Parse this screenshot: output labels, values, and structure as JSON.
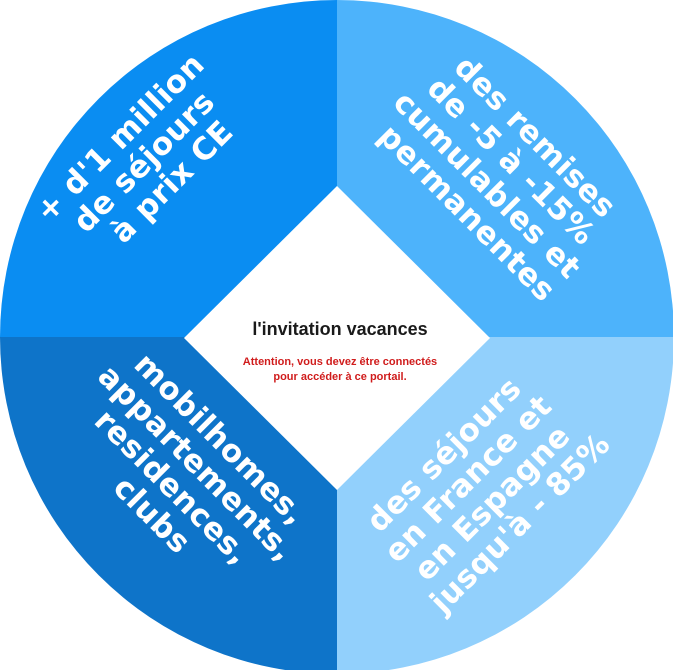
{
  "center": {
    "title": "l'invitation vacances",
    "notice_line1": "Attention, vous devez être connectés",
    "notice_line2": "pour accéder à ce portail."
  },
  "quadrants": {
    "top_left": {
      "color": "#0a8df2",
      "lines": [
        "+ d'1 million",
        "de séjours",
        "à prix CE"
      ]
    },
    "top_right": {
      "color": "#4db3fb",
      "lines": [
        "des remises",
        "de -5 à -15%",
        "cumulables et",
        "permanentes"
      ]
    },
    "bottom_left": {
      "color": "#0e74c9",
      "lines": [
        "mobilhomes,",
        "appartements,",
        "residences,",
        "clubs"
      ]
    },
    "bottom_right": {
      "color": "#92d0fc",
      "lines": [
        "des séjours",
        "en France et",
        "en Espagne",
        "jusqu'à - 85%"
      ]
    }
  }
}
